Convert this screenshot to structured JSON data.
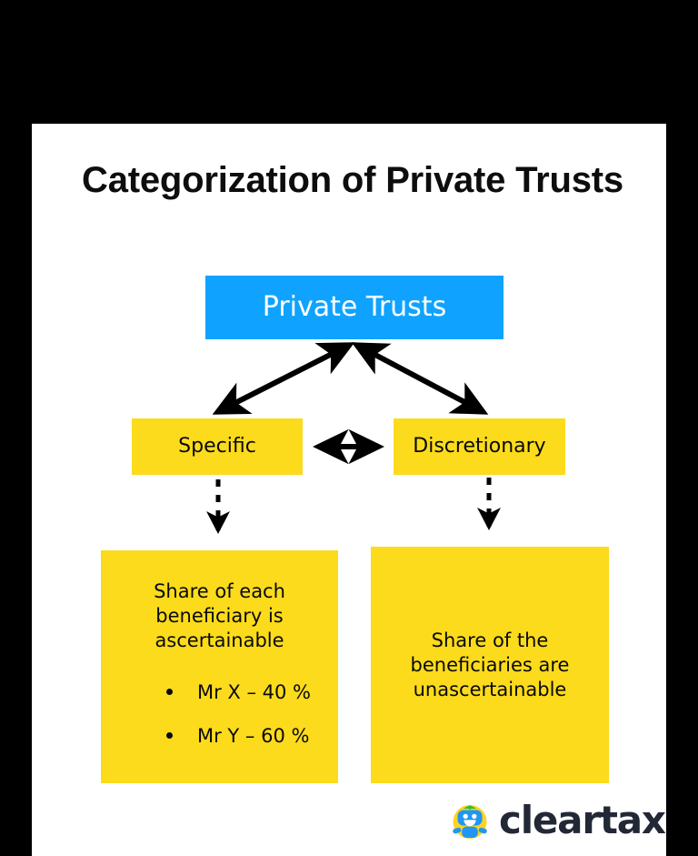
{
  "page": {
    "background_color": "#000000",
    "card_color": "#FFFFFF"
  },
  "title": "Categorization of Private Trusts",
  "colors": {
    "root_box": "#0FA3FF",
    "branch_box": "#FBDB1C",
    "text": "#0A0A0A",
    "root_text": "#FFFFFF",
    "connector": "#000000",
    "logo_word": "#232836",
    "logo_face": "#2196F3",
    "logo_circle": "#FFD324",
    "logo_cap": "#27C23B"
  },
  "diagram": {
    "root": {
      "label": "Private Trusts"
    },
    "branches": [
      {
        "id": "specific",
        "label": "Specific",
        "detail": {
          "heading": "Share of each beneficiary is ascertainable",
          "bullets": [
            "Mr X – 40 %",
            "Mr Y – 60 %"
          ]
        }
      },
      {
        "id": "discretionary",
        "label": "Discretionary",
        "detail": {
          "heading": "Share of the beneficiaries are unascertainable",
          "bullets": []
        }
      }
    ],
    "connectors": [
      {
        "name": "root-to-specific",
        "style": "solid",
        "heads": "both"
      },
      {
        "name": "root-to-discretionary",
        "style": "solid",
        "heads": "both"
      },
      {
        "name": "specific-to-discretionary",
        "style": "solid",
        "heads": "both"
      },
      {
        "name": "specific-to-detail",
        "style": "dashed",
        "heads": "end"
      },
      {
        "name": "discretionary-to-detail",
        "style": "dashed",
        "heads": "end"
      }
    ]
  },
  "logo": {
    "wordmark": "cleartax",
    "mark_name": "cleartax-robot-mascot"
  }
}
